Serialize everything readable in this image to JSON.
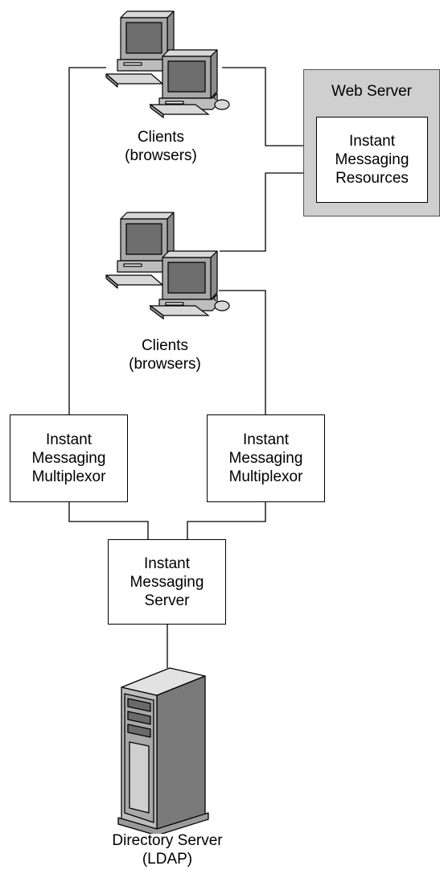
{
  "web_server": {
    "title": "Web Server",
    "resources": [
      "Instant",
      "Messaging",
      "Resources"
    ]
  },
  "clients_top": [
    "Clients",
    "(browsers)"
  ],
  "clients_middle": [
    "Clients",
    "(browsers)"
  ],
  "multiplexor_left": [
    "Instant",
    "Messaging",
    "Multiplexor"
  ],
  "multiplexor_right": [
    "Instant",
    "Messaging",
    "Multiplexor"
  ],
  "im_server": [
    "Instant",
    "Messaging",
    "Server"
  ],
  "directory_server": [
    "Directory Server",
    "(LDAP)"
  ],
  "colors": {
    "web_server_bg": "#cfcfcf",
    "monitor": "#9a9a9a",
    "screen": "#6e6e6e",
    "tower": "#bfbfbf"
  },
  "icons": [
    "client-computers-icon",
    "client-computers-icon",
    "directory-server-tower-icon"
  ]
}
